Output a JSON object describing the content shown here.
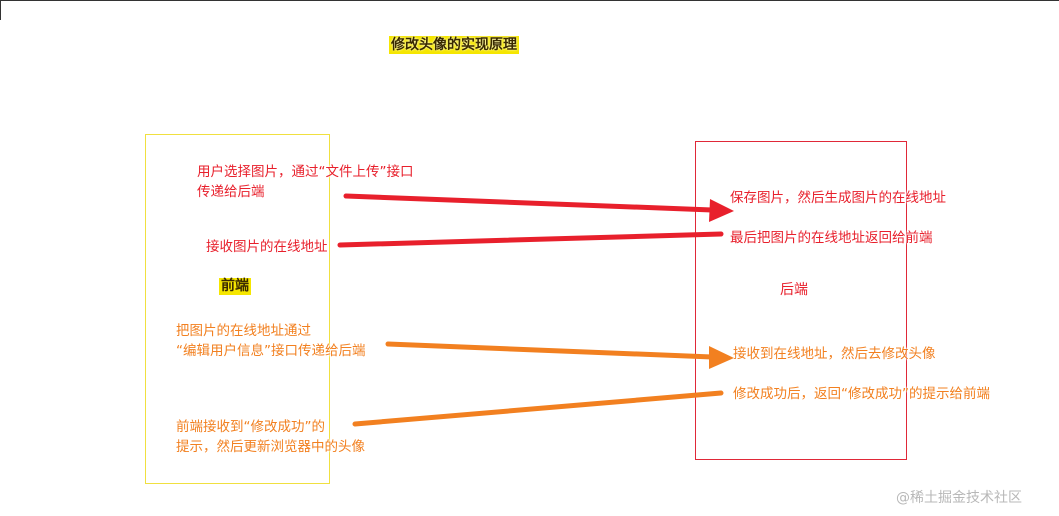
{
  "title": "修改头像的实现原理",
  "front_label": "前端",
  "back_label": "后端",
  "front_texts": {
    "t1": "用户选择图片，通过“文件上传”接口\n传递给后端",
    "t2": "接收图片的在线地址",
    "t3": "把图片的在线地址通过\n“编辑用户信息”接口传递给后端",
    "t4": "前端接收到“修改成功”的\n提示，然后更新浏览器中的头像"
  },
  "back_texts": {
    "t1": "保存图片，然后生成图片的在线地址",
    "t2": "最后把图片的在线地址返回给前端",
    "t3": "接收到在线地址，然后去修改头像",
    "t4": "修改成功后，返回“修改成功”的提示给前端"
  },
  "watermark": "@稀土掘金技术社区",
  "colors": {
    "red_arrow": "#e8202c",
    "orange_arrow": "#f28020",
    "front_box": "#f0e040",
    "back_box": "#e02838",
    "highlight": "#f5e600"
  }
}
